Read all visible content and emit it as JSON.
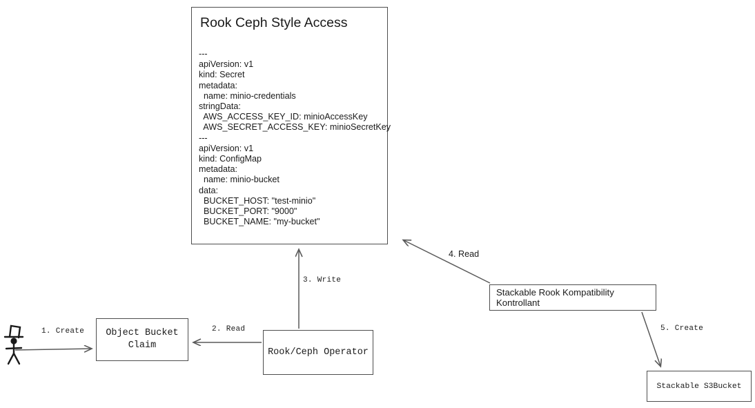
{
  "diagram": {
    "title": "Rook Ceph Style Access",
    "nodes": {
      "yaml_panel": {
        "title": "Rook Ceph Style Access",
        "body": "---\napiVersion: v1\nkind: Secret\nmetadata:\n  name: minio-credentials\nstringData:\n  AWS_ACCESS_KEY_ID: minioAccessKey\n  AWS_SECRET_ACCESS_KEY: minioSecretKey\n---\napiVersion: v1\nkind: ConfigMap\nmetadata:\n  name: minio-bucket\ndata:\n  BUCKET_HOST: \"test-minio\"\n  BUCKET_PORT: \"9000\"\n  BUCKET_NAME: \"my-bucket\""
      },
      "object_bucket_claim": {
        "label": "Object Bucket\nClaim"
      },
      "operator": {
        "label": "Rook/Ceph Operator"
      },
      "kontrollant": {
        "label": "Stackable Rook Kompatibility Kontrollant"
      },
      "s3bucket": {
        "label": "Stackable S3Bucket"
      },
      "actor": {
        "label": "user-stick-figure-with-top-hat"
      }
    },
    "edges": [
      {
        "id": "edge-1",
        "label": "1. Create",
        "from": "actor",
        "to": "object_bucket_claim"
      },
      {
        "id": "edge-2",
        "label": "2. Read",
        "from": "operator",
        "to": "object_bucket_claim"
      },
      {
        "id": "edge-3",
        "label": "3. Write",
        "from": "operator",
        "to": "yaml_panel"
      },
      {
        "id": "edge-4",
        "label": "4. Read",
        "from": "kontrollant",
        "to": "yaml_panel"
      },
      {
        "id": "edge-5",
        "label": "5. Create",
        "from": "kontrollant",
        "to": "s3bucket"
      }
    ],
    "colors": {
      "stroke": "#4d4d4d",
      "arrow": "#595959",
      "text": "#1a1a1a",
      "background": "#ffffff"
    }
  }
}
